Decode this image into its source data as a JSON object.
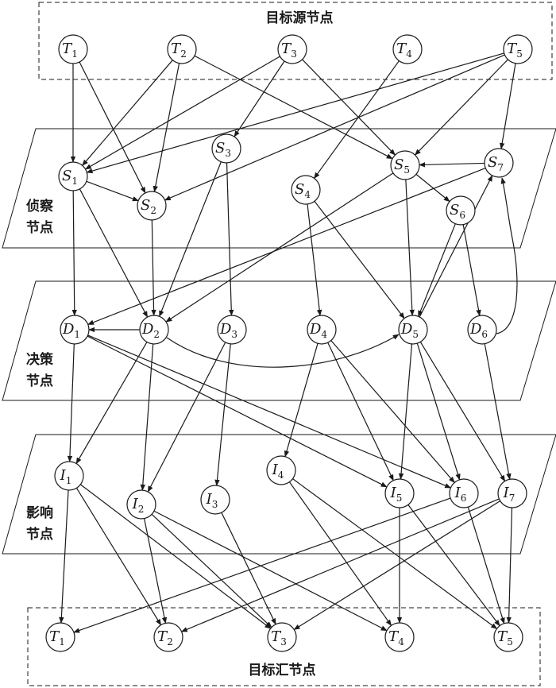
{
  "groups": {
    "source": {
      "label": "目标源节点"
    },
    "sink": {
      "label": "目标汇节点"
    },
    "recon": {
      "label_line1": "侦察",
      "label_line2": "节点"
    },
    "decision": {
      "label_line1": "决策",
      "label_line2": "节点"
    },
    "influence": {
      "label_line1": "影响",
      "label_line2": "节点"
    }
  },
  "nodes": [
    {
      "id": "T1s",
      "letter": "T",
      "sub": "1"
    },
    {
      "id": "T2s",
      "letter": "T",
      "sub": "2"
    },
    {
      "id": "T3s",
      "letter": "T",
      "sub": "3"
    },
    {
      "id": "T4s",
      "letter": "T",
      "sub": "4"
    },
    {
      "id": "T5s",
      "letter": "T",
      "sub": "5"
    },
    {
      "id": "S1",
      "letter": "S",
      "sub": "1"
    },
    {
      "id": "S2",
      "letter": "S",
      "sub": "2"
    },
    {
      "id": "S3",
      "letter": "S",
      "sub": "3"
    },
    {
      "id": "S4",
      "letter": "S",
      "sub": "4"
    },
    {
      "id": "S5",
      "letter": "S",
      "sub": "5"
    },
    {
      "id": "S6",
      "letter": "S",
      "sub": "6"
    },
    {
      "id": "S7",
      "letter": "S",
      "sub": "7"
    },
    {
      "id": "D1",
      "letter": "D",
      "sub": "1"
    },
    {
      "id": "D2",
      "letter": "D",
      "sub": "2"
    },
    {
      "id": "D3",
      "letter": "D",
      "sub": "3"
    },
    {
      "id": "D4",
      "letter": "D",
      "sub": "4"
    },
    {
      "id": "D5",
      "letter": "D",
      "sub": "5"
    },
    {
      "id": "D6",
      "letter": "D",
      "sub": "6"
    },
    {
      "id": "I1",
      "letter": "I",
      "sub": "1"
    },
    {
      "id": "I2",
      "letter": "I",
      "sub": "2"
    },
    {
      "id": "I3",
      "letter": "I",
      "sub": "3"
    },
    {
      "id": "I4",
      "letter": "I",
      "sub": "4"
    },
    {
      "id": "I5",
      "letter": "I",
      "sub": "5"
    },
    {
      "id": "I6",
      "letter": "I",
      "sub": "6"
    },
    {
      "id": "I7",
      "letter": "I",
      "sub": "7"
    },
    {
      "id": "T1t",
      "letter": "T",
      "sub": "1"
    },
    {
      "id": "T2t",
      "letter": "T",
      "sub": "2"
    },
    {
      "id": "T3t",
      "letter": "T",
      "sub": "3"
    },
    {
      "id": "T4t",
      "letter": "T",
      "sub": "4"
    },
    {
      "id": "T5t",
      "letter": "T",
      "sub": "5"
    }
  ],
  "edges": [
    [
      "T1s",
      "S1"
    ],
    [
      "T1s",
      "S2"
    ],
    [
      "T2s",
      "S1"
    ],
    [
      "T2s",
      "S2"
    ],
    [
      "T2s",
      "S5"
    ],
    [
      "T3s",
      "S1"
    ],
    [
      "T3s",
      "S3"
    ],
    [
      "T3s",
      "S5"
    ],
    [
      "T4s",
      "S4"
    ],
    [
      "T5s",
      "S5"
    ],
    [
      "T5s",
      "S1"
    ],
    [
      "T5s",
      "S2"
    ],
    [
      "T5s",
      "S7"
    ],
    [
      "S1",
      "S2"
    ],
    [
      "S1",
      "D1"
    ],
    [
      "S1",
      "D2"
    ],
    [
      "S2",
      "D2"
    ],
    [
      "S3",
      "D2"
    ],
    [
      "S3",
      "D3"
    ],
    [
      "S4",
      "D4"
    ],
    [
      "S4",
      "D5"
    ],
    [
      "S5",
      "S6"
    ],
    [
      "S5",
      "D2"
    ],
    [
      "S5",
      "D5"
    ],
    [
      "S7",
      "S5"
    ],
    [
      "S7",
      "D1"
    ],
    [
      "S6",
      "D5"
    ],
    [
      "S6",
      "D6"
    ],
    [
      "D2",
      "D1"
    ],
    [
      "D2",
      "I1"
    ],
    [
      "D2",
      "I2"
    ],
    [
      "D1",
      "I1"
    ],
    [
      "D1",
      "I5"
    ],
    [
      "D1",
      "I6"
    ],
    [
      "D3",
      "I2"
    ],
    [
      "D3",
      "I3"
    ],
    [
      "D4",
      "I4"
    ],
    [
      "D4",
      "I5"
    ],
    [
      "D4",
      "I6"
    ],
    [
      "D5",
      "I5"
    ],
    [
      "D5",
      "I6"
    ],
    [
      "D5",
      "I7"
    ],
    [
      "D5",
      "S7"
    ],
    [
      "D6",
      "I7"
    ],
    [
      "I1",
      "T1t"
    ],
    [
      "I1",
      "T2t"
    ],
    [
      "I1",
      "T3t"
    ],
    [
      "I2",
      "T2t"
    ],
    [
      "I2",
      "T3t"
    ],
    [
      "I2",
      "T4t"
    ],
    [
      "I3",
      "T3t"
    ],
    [
      "I4",
      "T4t"
    ],
    [
      "I4",
      "T5t"
    ],
    [
      "I5",
      "T4t"
    ],
    [
      "I5",
      "T5t"
    ],
    [
      "I6",
      "T1t"
    ],
    [
      "I6",
      "T5t"
    ],
    [
      "I7",
      "T2t"
    ],
    [
      "I7",
      "T3t"
    ],
    [
      "I7",
      "T5t"
    ]
  ],
  "curved_edges": [
    [
      "D2",
      "D5"
    ],
    [
      "D6",
      "S7"
    ]
  ],
  "line_color": "#1a1a1a"
}
